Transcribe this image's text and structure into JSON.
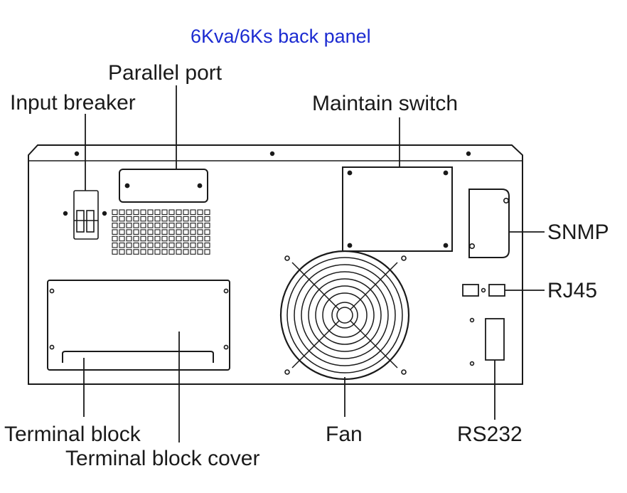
{
  "title": "6Kva/6Ks back panel",
  "labels": {
    "parallel_port": "Parallel port",
    "input_breaker": "Input breaker",
    "maintain_switch": "Maintain switch",
    "snmp": "SNMP",
    "rj45": "RJ45",
    "terminal_block": "Terminal block",
    "terminal_block_cover": "Terminal block cover",
    "fan": "Fan",
    "rs232": "RS232"
  },
  "colors": {
    "title": "#1c2bd1",
    "line": "#1a1a1a",
    "background": "#ffffff"
  }
}
